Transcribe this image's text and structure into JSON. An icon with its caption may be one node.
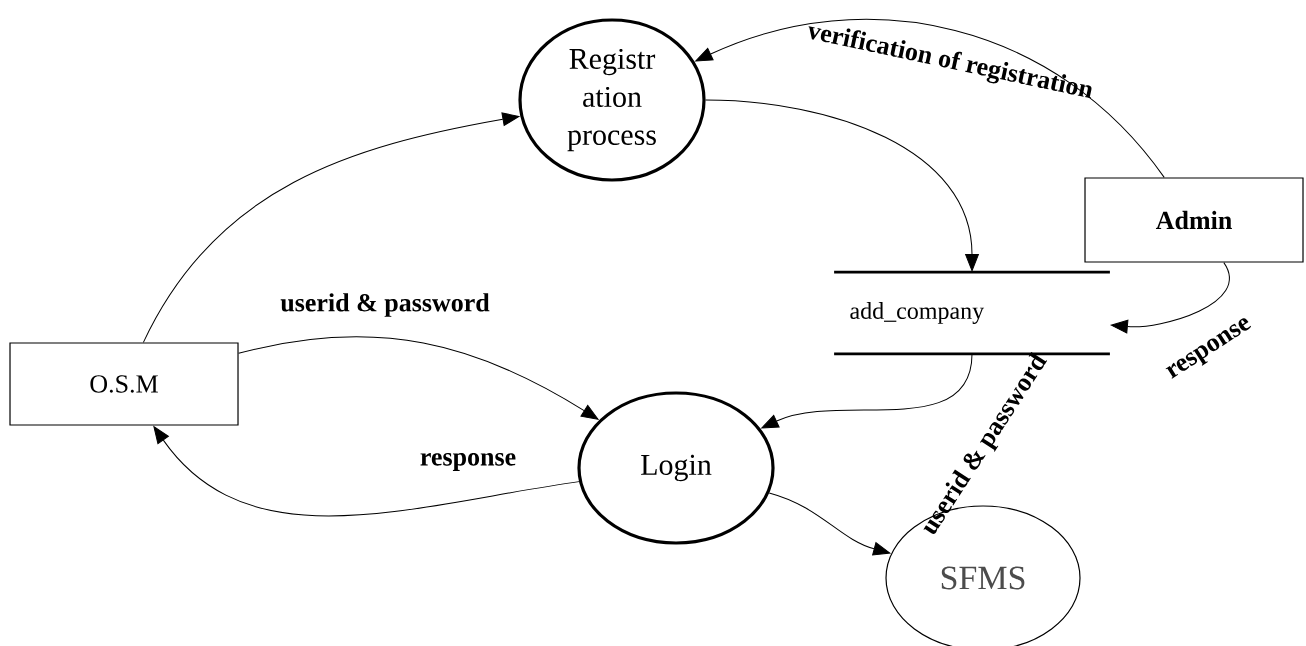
{
  "diagram": {
    "nodes": [
      {
        "text": [
          "Registr ation process"
        ]
      },
      {
        "text": [
          "Admin"
        ]
      },
      {
        "text": [
          "add_company"
        ]
      },
      {
        "text": [
          "O.S.M"
        ]
      },
      {
        "text": [
          "Login"
        ]
      },
      {
        "text": [
          "SFMS"
        ]
      }
    ],
    "edges": [
      {
        "from": 3,
        "to": 0,
        "arrow": "to"
      },
      {
        "from": 1,
        "to": 0,
        "arrow": "to",
        "label": "verification of registration"
      },
      {
        "from": 0,
        "to": 2,
        "arrow": "to"
      },
      {
        "from": 1,
        "to": 2,
        "arrow": "to",
        "label": "response"
      },
      {
        "from": 2,
        "to": 4,
        "arrow": "to",
        "label": "userid & password"
      },
      {
        "from": 3,
        "to": 4,
        "arrow": "to",
        "label": "userid & password"
      },
      {
        "from": 4,
        "to": 3,
        "arrow": "to",
        "label": "response"
      },
      {
        "from": 4,
        "to": 5,
        "arrow": "to"
      }
    ]
  }
}
